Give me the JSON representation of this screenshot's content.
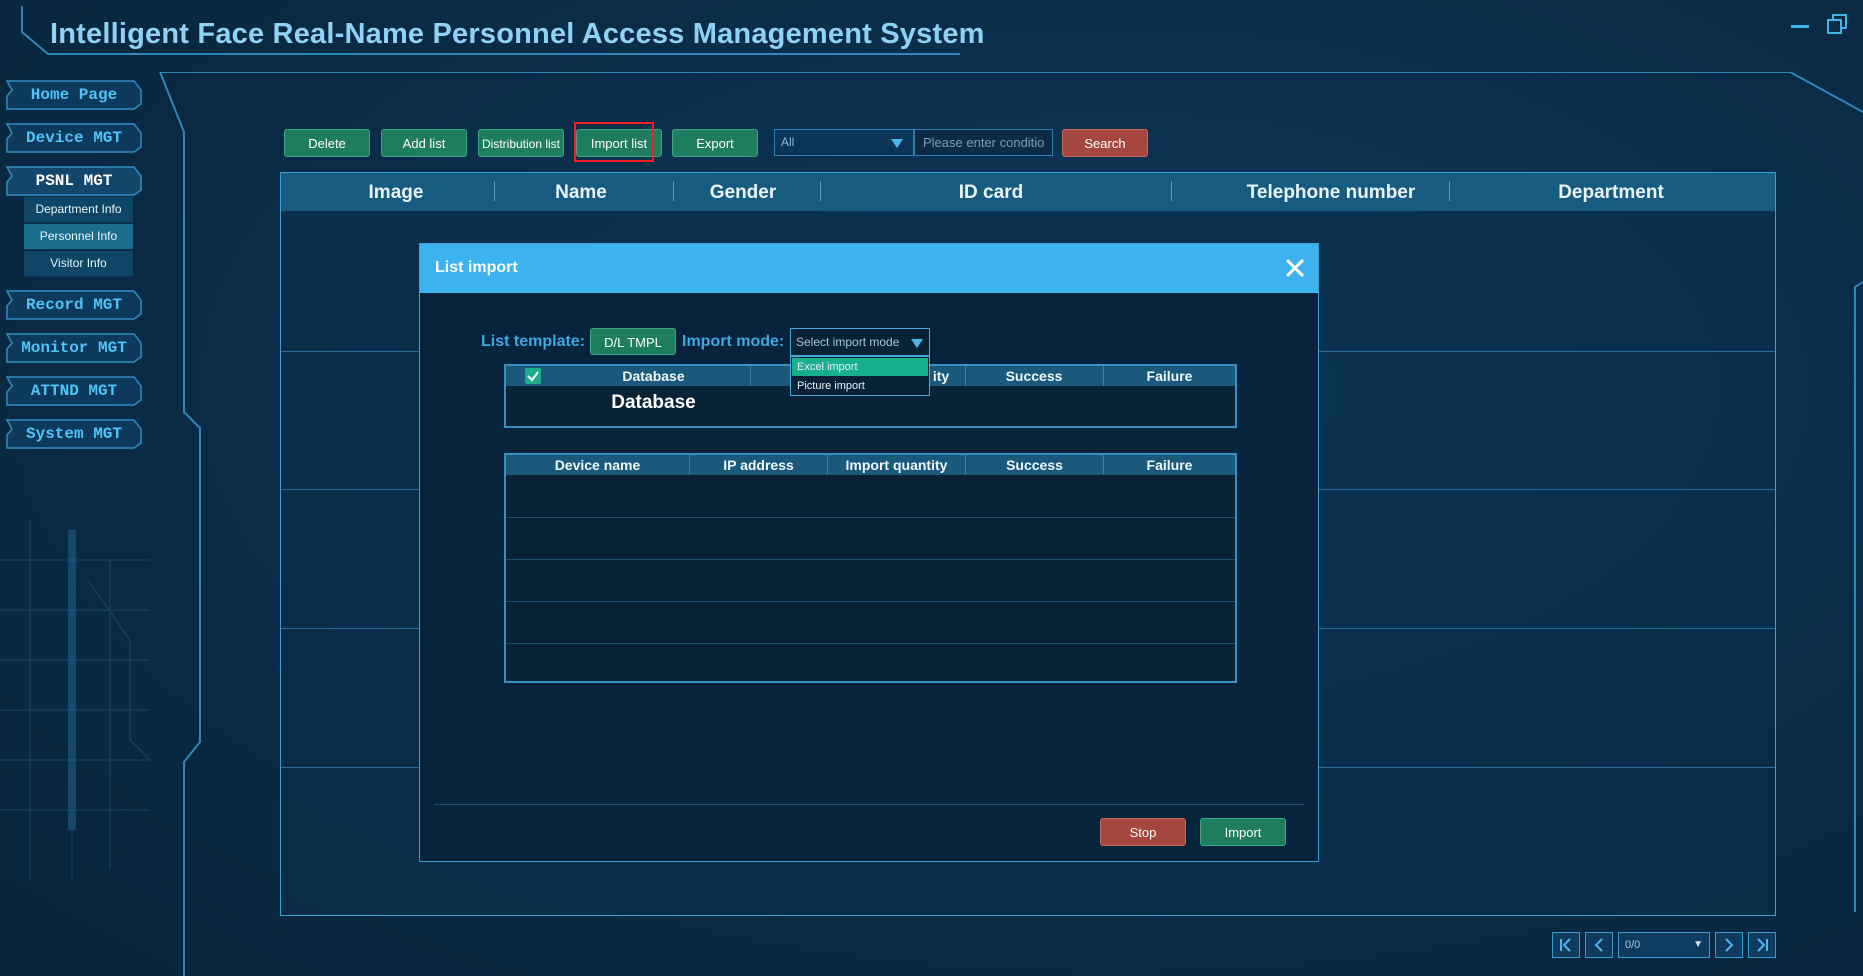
{
  "app": {
    "title": "Intelligent Face Real-Name Personnel Access Management System"
  },
  "sidebar": {
    "items": [
      {
        "label": "Home Page"
      },
      {
        "label": "Device MGT"
      },
      {
        "label": "PSNL MGT"
      },
      {
        "label": "Record MGT"
      },
      {
        "label": "Monitor MGT"
      },
      {
        "label": "ATTND MGT"
      },
      {
        "label": "System MGT"
      }
    ],
    "sub_items": [
      {
        "label": "Department Info"
      },
      {
        "label": "Personnel Info"
      },
      {
        "label": "Visitor Info"
      }
    ]
  },
  "toolbar": {
    "delete_label": "Delete",
    "add_list_label": "Add list",
    "distribution_label": "Distribution list",
    "import_list_label": "Import list",
    "export_label": "Export",
    "filter_value": "All",
    "search_placeholder": "Please enter conditio",
    "search_label": "Search"
  },
  "table": {
    "columns": [
      "Image",
      "Name",
      "Gender",
      "ID card",
      "Telephone number",
      "Department"
    ]
  },
  "pager": {
    "page_value": "0/0"
  },
  "dialog": {
    "title": "List import",
    "template_label": "List template:",
    "download_button": "D/L TMPL",
    "import_mode_label": "Import mode:",
    "import_mode_placeholder": "Select import mode",
    "import_mode_options": [
      "Excel import",
      "Picture import"
    ],
    "db_table": {
      "columns": [
        "Database",
        "ity",
        "Success",
        "Failure"
      ],
      "row_value": "Database"
    },
    "device_table": {
      "columns": [
        "Device name",
        "IP address",
        "Import quantity",
        "Success",
        "Failure"
      ]
    },
    "stop_label": "Stop",
    "import_label": "Import"
  },
  "colors": {
    "accent": "#3cb3ee",
    "button_green": "#1e7c5f",
    "button_red": "#a5473f",
    "highlight": "#ee2222"
  }
}
